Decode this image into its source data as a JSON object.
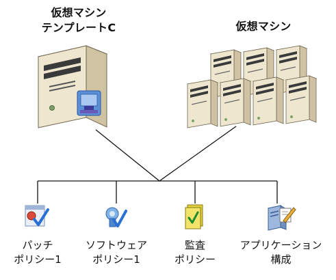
{
  "template": {
    "title_line1": "仮想マシン",
    "title_line2": "テンプレートC"
  },
  "vms": {
    "title": "仮想マシン"
  },
  "policies": [
    {
      "line1": "パッチ",
      "line2": "ポリシー1",
      "icon": "patch-policy-icon"
    },
    {
      "line1": "ソフトウェア",
      "line2": "ポリシー1",
      "icon": "software-policy-icon"
    },
    {
      "line1": "監査",
      "line2": "ポリシー",
      "icon": "audit-policy-icon"
    },
    {
      "line1": "アプリケーション",
      "line2": "構成",
      "icon": "application-config-icon"
    }
  ],
  "colors": {
    "server_front": "#efe6cf",
    "server_side": "#cfc3a3",
    "server_dark": "#3a3a3a",
    "line": "#111111"
  }
}
